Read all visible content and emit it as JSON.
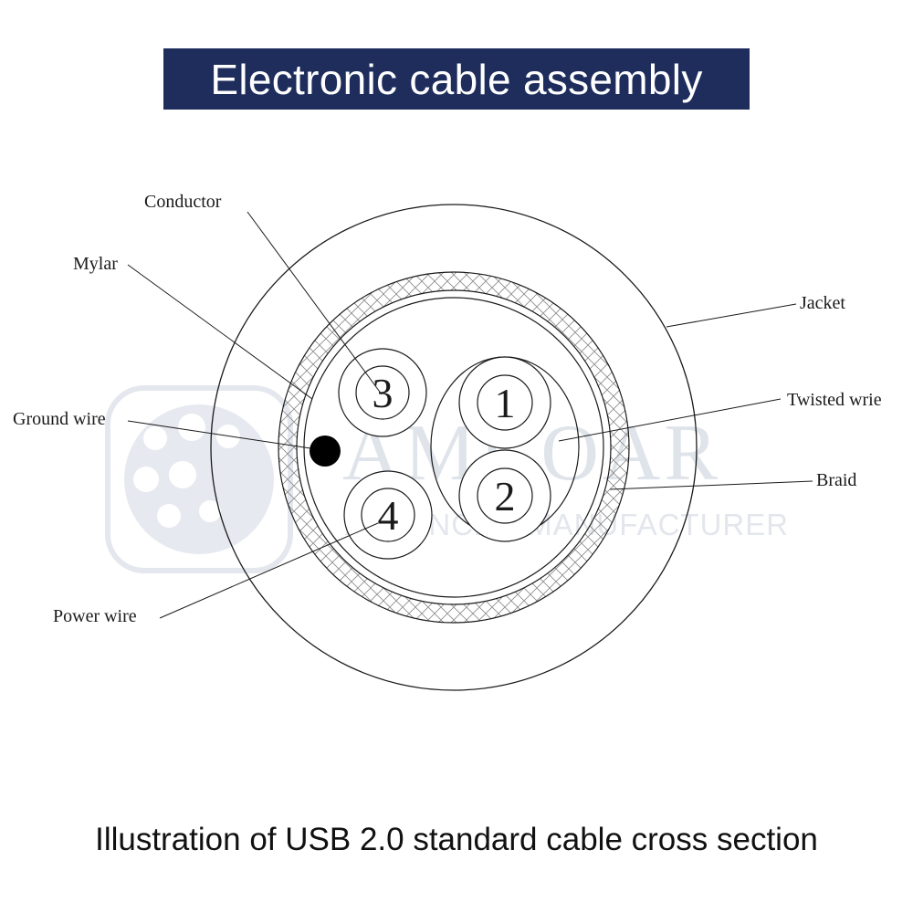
{
  "title": "Electronic cable assembly",
  "caption": "Illustration of USB 2.0 standard cable cross section",
  "watermark": {
    "brand": "AMKOAR",
    "tagline": "ADVANCED MANUFACTURER",
    "color": "#dfe3ea"
  },
  "labels": {
    "conductor": "Conductor",
    "mylar": "Mylar",
    "ground_wire": "Ground wire",
    "power_wire": "Power wire",
    "jacket": "Jacket",
    "twisted_wire": "Twisted wrie",
    "braid": "Braid"
  },
  "wire_numbers": [
    "1",
    "2",
    "3",
    "4"
  ],
  "colors": {
    "banner": "#1e2d5c",
    "banner_text": "#ffffff",
    "ground_wire": "#000000"
  }
}
